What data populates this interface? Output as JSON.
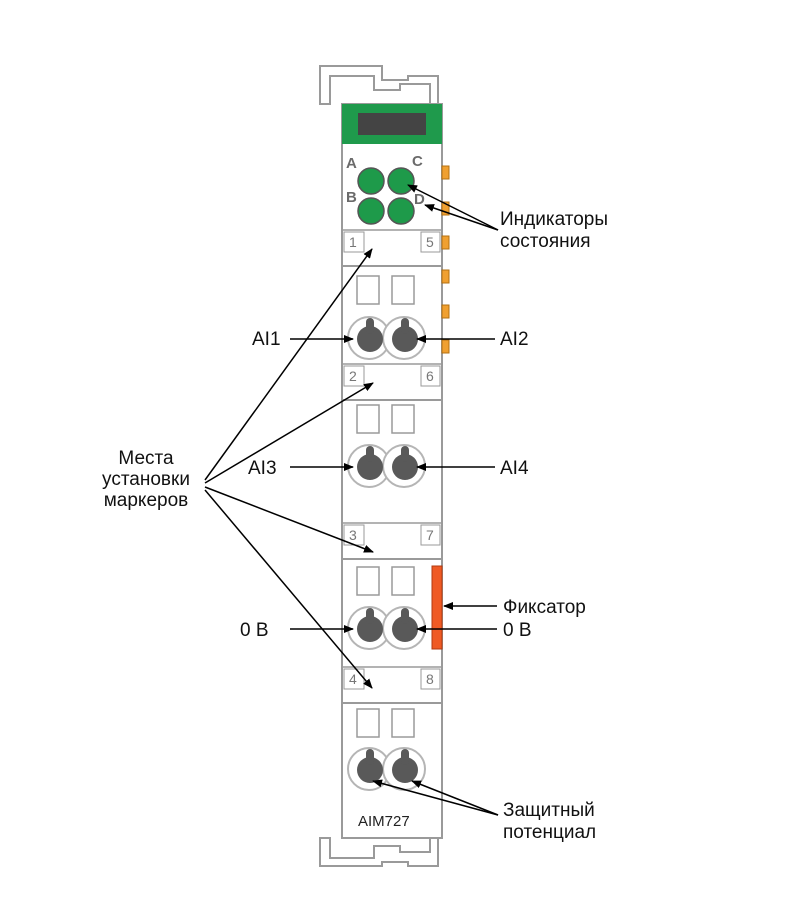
{
  "module": {
    "model": "AIM727"
  },
  "leds": {
    "a": "A",
    "b": "B",
    "c": "C",
    "d": "D"
  },
  "marker_slots": [
    {
      "left": "1",
      "right": "5"
    },
    {
      "left": "2",
      "right": "6"
    },
    {
      "left": "3",
      "right": "7"
    },
    {
      "left": "4",
      "right": "8"
    }
  ],
  "labels": {
    "status_leds": [
      "Индикаторы",
      "состояния"
    ],
    "marker_places": [
      "Места",
      "установки",
      "маркеров"
    ],
    "ai1": "AI1",
    "ai2": "AI2",
    "ai3": "AI3",
    "ai4": "AI4",
    "zero_v_left": "0 В",
    "zero_v_right": "0 В",
    "latch": "Фиксатор",
    "protective": [
      "Защитный",
      "потенциал"
    ]
  },
  "colors": {
    "led_green": "#1e9a4a",
    "header_green": "#1f9a4c",
    "latch_orange": "#ef5a24",
    "contact_orange": "#f0a030",
    "screw": "#595959"
  }
}
